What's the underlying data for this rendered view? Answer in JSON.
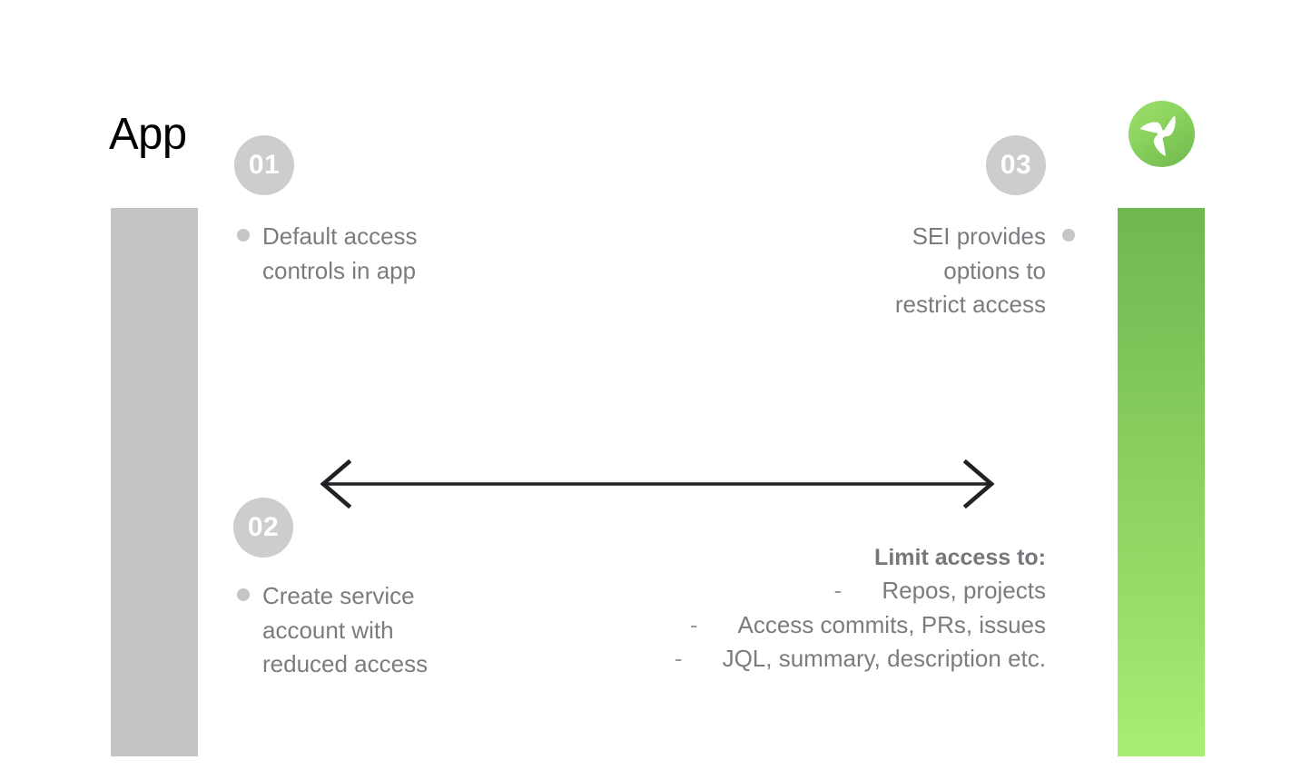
{
  "slide": {
    "title": "App",
    "logo_icon": "propeller-logo-icon",
    "accent_green_top": "#6fb94f",
    "accent_green_bottom": "#a8ef74",
    "bar_gray": "#c4c4c4",
    "badge_gray": "#cdcdcd",
    "body_text_color": "#7c7c80"
  },
  "steps": [
    {
      "number": "01",
      "text": "Default access\ncontrols in app",
      "align": "left"
    },
    {
      "number": "02",
      "text": "Create service\naccount with\nreduced access",
      "align": "left"
    },
    {
      "number": "03",
      "text": "SEI provides\noptions to\nrestrict access",
      "align": "right"
    }
  ],
  "limit_access": {
    "heading": "Limit access to:",
    "dash": "-",
    "items": [
      "Repos, projects",
      "Access commits, PRs, issues",
      "JQL, summary, description etc."
    ]
  },
  "arrow": {
    "name": "double-headed-arrow"
  }
}
